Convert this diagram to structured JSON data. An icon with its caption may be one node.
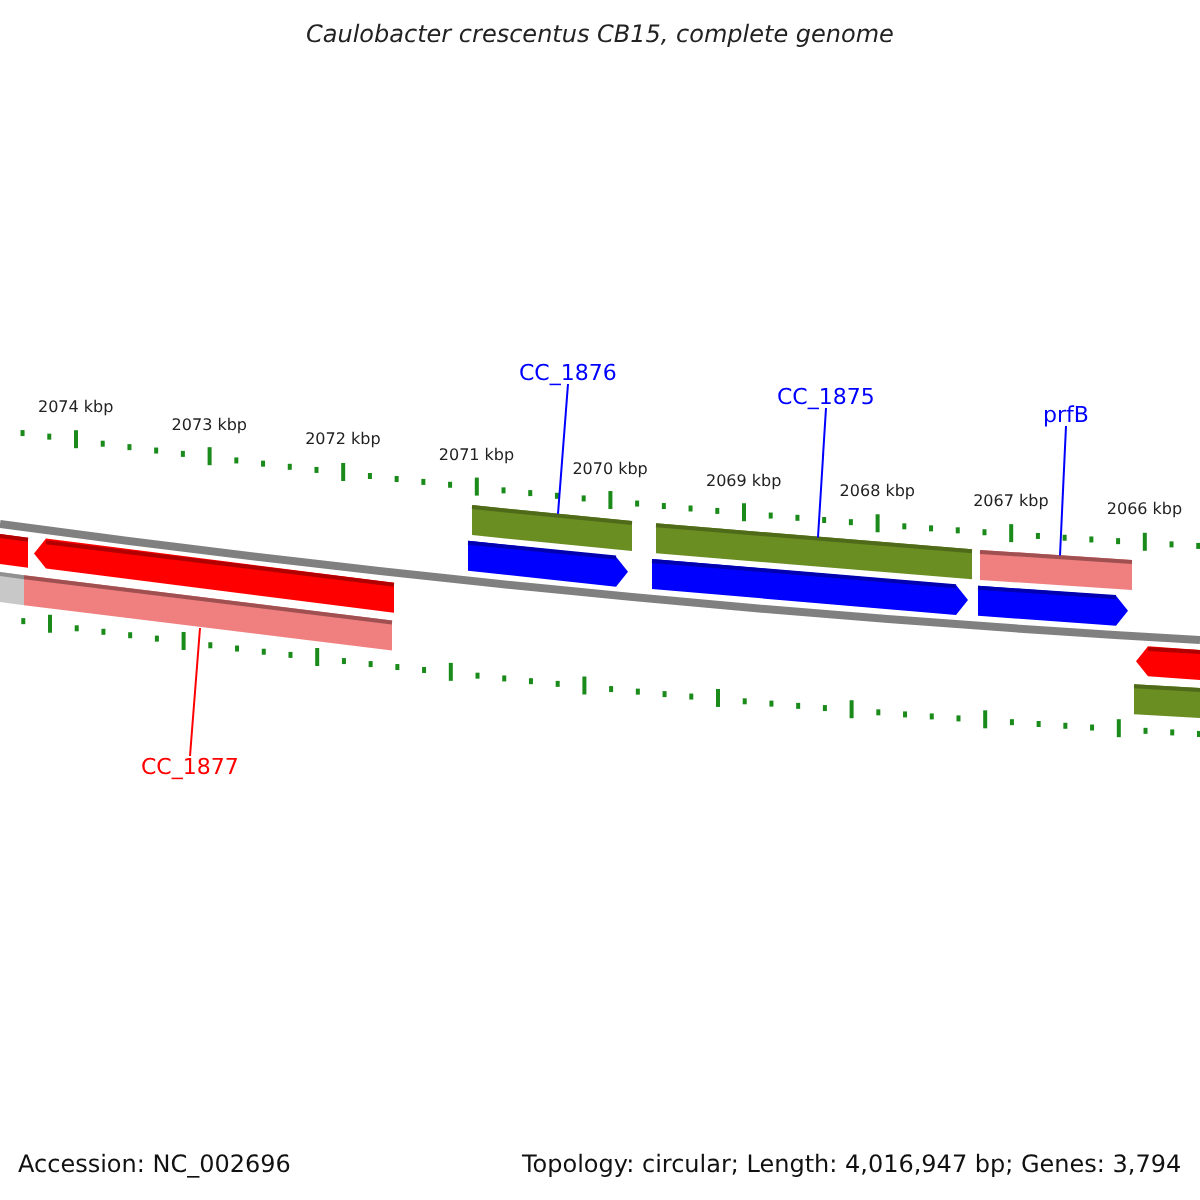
{
  "diagram": {
    "title": "Caulobacter crescentus CB15, complete genome",
    "nodes": [
      {
        "text": [
          "CC_1876"
        ]
      },
      {
        "text": [
          "CC_1875"
        ]
      },
      {
        "text": [
          "prfB"
        ]
      },
      {
        "text": [
          "CC_1877"
        ]
      },
      {
        "text": [],
        "shape": "bar"
      },
      {
        "text": [],
        "shape": "bar"
      },
      {
        "text": [],
        "shape": "bar"
      },
      {
        "text": [],
        "shape": "bar"
      }
    ],
    "edges": [
      {
        "from": 0,
        "to": 4,
        "arrow": "none"
      },
      {
        "from": 1,
        "to": 5,
        "arrow": "none"
      },
      {
        "from": 2,
        "to": 6,
        "arrow": "none"
      },
      {
        "from": 3,
        "to": 7,
        "arrow": "none",
        "color": "#ff0000"
      }
    ],
    "labels": [
      "2074 kbp",
      "2073 kbp",
      "2072 kbp",
      "2071 kbp",
      "2070 kbp",
      "2069 kbp",
      "2068 kbp",
      "2067 kbp",
      "2066 kbp",
      "Accession: NC_002696",
      "Topology: circular; Length: 4,016,947 bp; Genes: 3,794"
    ]
  }
}
